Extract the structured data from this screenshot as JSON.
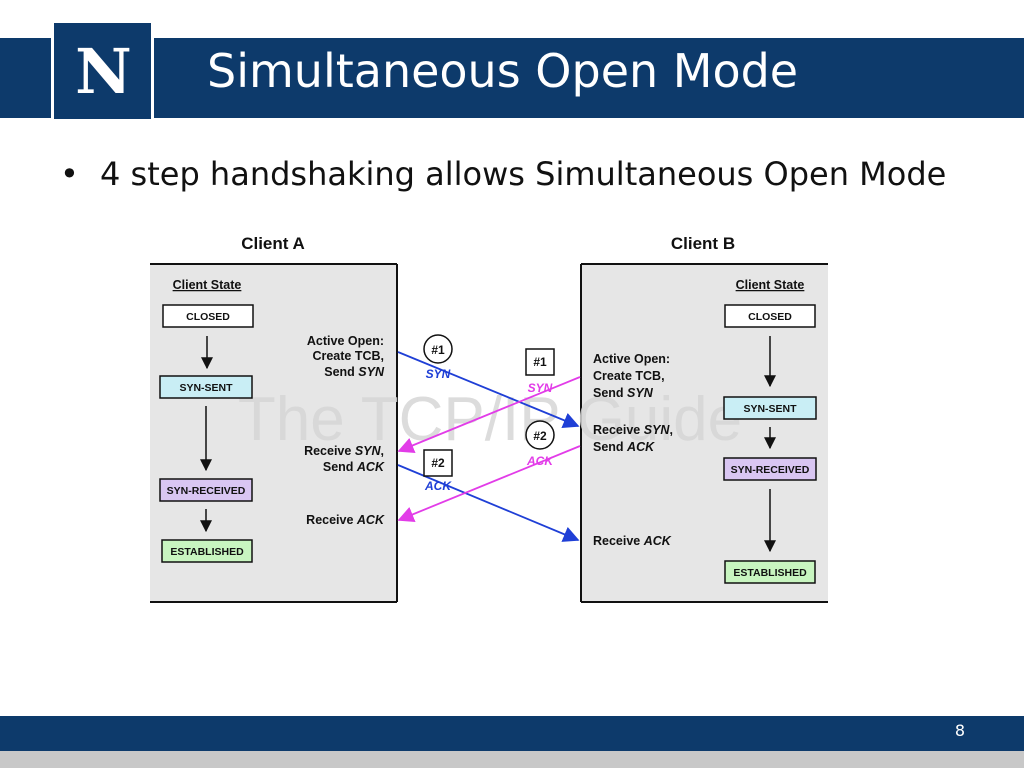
{
  "slide": {
    "title": "Simultaneous Open Mode",
    "logo_letter": "N",
    "bullet": "4 step handshaking allows Simultaneous Open Mode",
    "page_number": "8"
  },
  "diagram": {
    "watermark": "The TCP/IP Guide",
    "client_a": {
      "title": "Client A",
      "state_header": "Client State",
      "states": [
        "CLOSED",
        "SYN-SENT",
        "SYN-RECEIVED",
        "ESTABLISHED"
      ],
      "actions": {
        "open_1": "Active Open:",
        "open_2": "Create TCB,",
        "open_3_plain": "Send ",
        "open_3_ital": "SYN",
        "recv_1_plain": "Receive ",
        "recv_1_ital": "SYN",
        "recv_1_tail": ",",
        "recv_2_plain": "Send ",
        "recv_2_ital": "ACK",
        "ack_plain": "Receive ",
        "ack_ital": "ACK"
      }
    },
    "client_b": {
      "title": "Client B",
      "state_header": "Client State",
      "states": [
        "CLOSED",
        "SYN-SENT",
        "SYN-RECEIVED",
        "ESTABLISHED"
      ],
      "actions": {
        "open_1": "Active Open:",
        "open_2": "Create TCB,",
        "open_3_plain": "Send ",
        "open_3_ital": "SYN",
        "recv_1_plain": "Receive ",
        "recv_1_ital": "SYN",
        "recv_1_tail": ",",
        "recv_2_plain": "Send ",
        "recv_2_ital": "ACK",
        "ack_plain": "Receive ",
        "ack_ital": "ACK"
      }
    },
    "messages": {
      "a_syn_tag": "#1",
      "a_syn_label": "SYN",
      "a_ack_tag": "#2",
      "a_ack_label": "ACK",
      "b_syn_tag": "#1",
      "b_syn_label": "SYN",
      "b_ack_tag": "#2",
      "b_ack_label": "ACK"
    },
    "colors": {
      "client_a_messages": "#1f3fd6",
      "client_b_messages": "#e23ce8",
      "closed_fill": "#ffffff",
      "syn_sent_fill": "#c9eef5",
      "syn_received_fill": "#d9c6f2",
      "established_fill": "#c8f5c0"
    }
  }
}
